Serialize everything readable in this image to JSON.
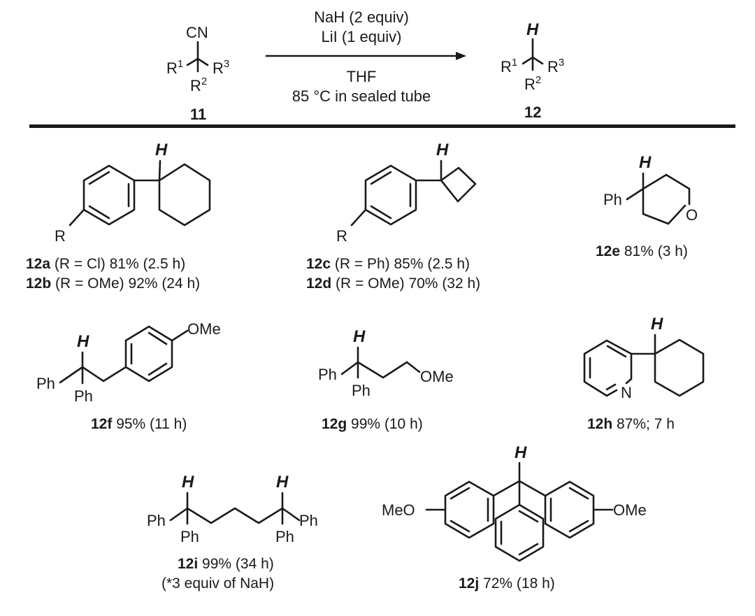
{
  "reaction": {
    "conditions_above": [
      "NaH (2 equiv)",
      "LiI (1 equiv)"
    ],
    "conditions_below": [
      "THF",
      "85 °C in sealed tube"
    ],
    "reactant": {
      "id": "11",
      "group_top": "CN",
      "r1": "R",
      "r1_sup": "1",
      "r2": "R",
      "r2_sup": "2",
      "r3": "R",
      "r3_sup": "3"
    },
    "product": {
      "id": "12",
      "group_top": "H",
      "r1": "R",
      "r1_sup": "1",
      "r2": "R",
      "r2_sup": "2",
      "r3": "R",
      "r3_sup": "3"
    }
  },
  "atom_labels": {
    "H": "H",
    "R": "R",
    "Ph": "Ph",
    "O": "O",
    "N": "N",
    "OMe": "OMe",
    "MeO": "MeO"
  },
  "compounds": [
    {
      "key": "12ab",
      "lines": [
        {
          "id": "12a",
          "text": " (R = Cl)  81% (2.5 h)"
        },
        {
          "id": "12b",
          "text": " (R = OMe)  92% (24 h)"
        }
      ]
    },
    {
      "key": "12cd",
      "lines": [
        {
          "id": "12c",
          "text": " (R = Ph)  85% (2.5 h)"
        },
        {
          "id": "12d",
          "text": " (R = OMe)  70% (32 h)"
        }
      ]
    },
    {
      "key": "12e",
      "lines": [
        {
          "id": "12e",
          "text": " 81% (3 h)"
        }
      ]
    },
    {
      "key": "12f",
      "lines": [
        {
          "id": "12f",
          "text": " 95% (11 h)"
        }
      ]
    },
    {
      "key": "12g",
      "lines": [
        {
          "id": "12g",
          "text": " 99% (10 h)"
        }
      ]
    },
    {
      "key": "12h",
      "lines": [
        {
          "id": "12h",
          "text": " 87%; 7 h"
        }
      ]
    },
    {
      "key": "12i",
      "lines": [
        {
          "id": "12i",
          "text": " 99% (34 h)"
        },
        {
          "id": "",
          "text": "(*3 equiv of NaH)"
        }
      ]
    },
    {
      "key": "12j",
      "lines": [
        {
          "id": "12j",
          "text": " 72% (18 h)"
        }
      ]
    }
  ]
}
